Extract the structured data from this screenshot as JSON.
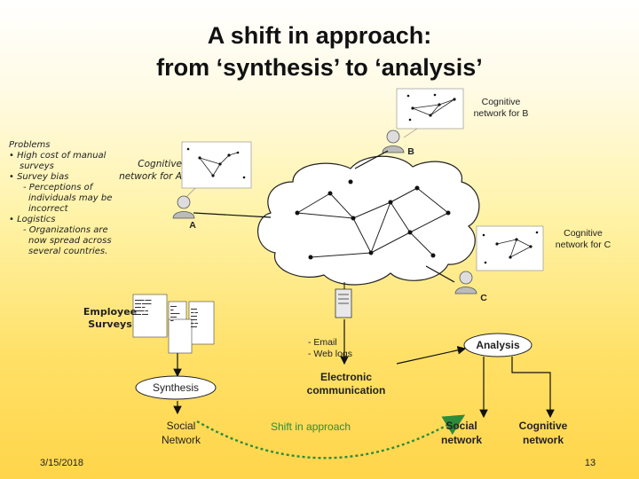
{
  "title": {
    "line1": "A shift in approach:",
    "line2": "from ‘synthesis’ to ‘analysis’"
  },
  "problems": {
    "heading": "Problems",
    "item1": "• High cost of manual",
    "item1_cont": "surveys",
    "item2": "• Survey bias",
    "item2_sub": "- Perceptions of",
    "item2_sub_cont": "individuals may be",
    "item2_sub_cont2": "incorrect",
    "item3": "• Logistics",
    "item3_sub": "- Organizations are",
    "item3_sub_cont": "now spread across",
    "item3_sub_cont2": "several countries."
  },
  "networks": {
    "a_line1": "Cognitive",
    "a_line2": "network for A",
    "b_line1": "Cognitive",
    "b_line2": "network for B",
    "c_line1": "Cognitive",
    "c_line2": "network for C"
  },
  "nodes": {
    "a": "A",
    "b": "B",
    "c": "C"
  },
  "surveys": {
    "line1": "Employee",
    "line2": "Surveys"
  },
  "sources": {
    "email": "- Email",
    "weblogs": "- Web logs"
  },
  "methods": {
    "synthesis": "Synthesis",
    "analysis": "Analysis"
  },
  "outputs": {
    "ecomm_line1": "Electronic",
    "ecomm_line2": "communication",
    "sn_line1": "Social",
    "sn_line2": "Network",
    "shift": "Shift in approach",
    "an_social_line1": "Social",
    "an_social_line2": "network",
    "an_cog_line1": "Cognitive",
    "an_cog_line2": "network"
  },
  "footer": {
    "date": "3/15/2018",
    "page": "13"
  },
  "colors": {
    "background_top": "#ffffff",
    "background_bottom": "#ffd54a",
    "shift_arrow": "#2e8b3a"
  }
}
